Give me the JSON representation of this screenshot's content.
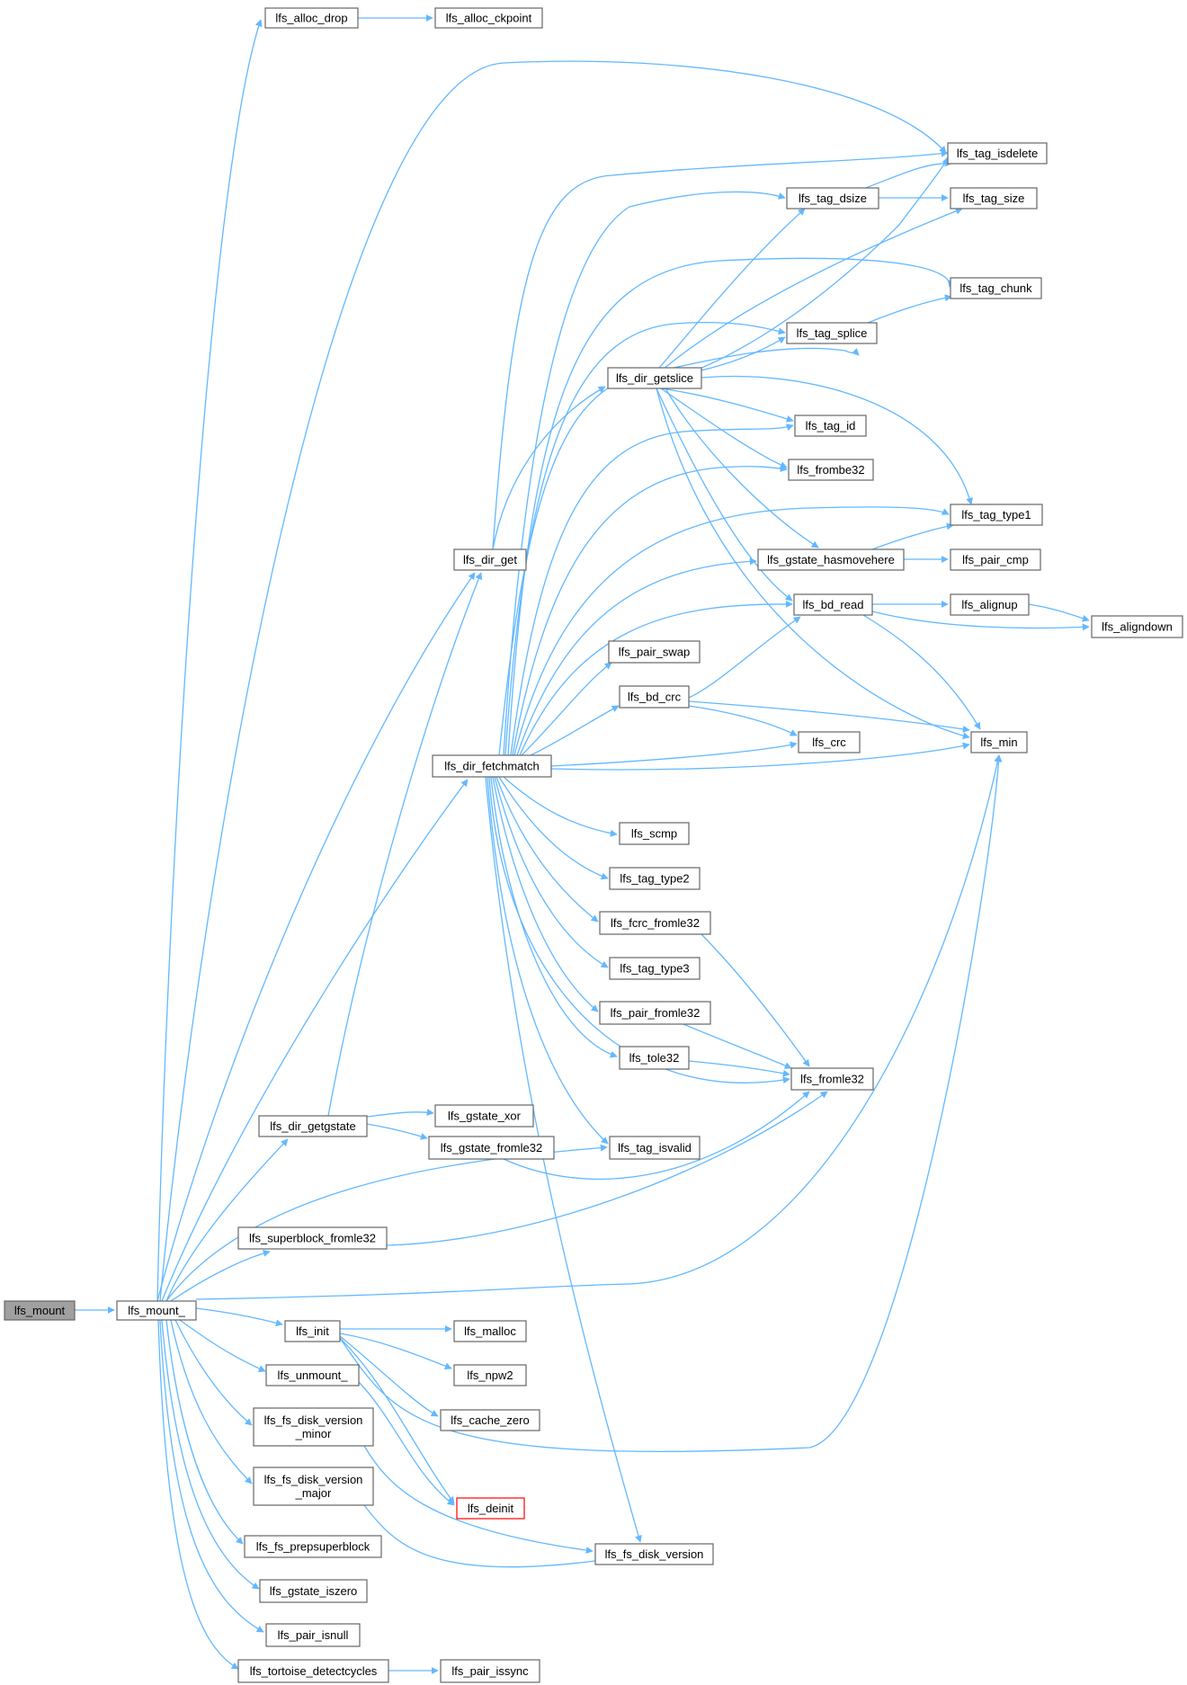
{
  "colors": {
    "edge": "#63b8ff",
    "node_border": "#666666",
    "root_fill": "#a0a0a0",
    "truncated_border": "#ff0000"
  },
  "nodes": {
    "lfs_mount": "lfs_mount",
    "lfs_mount_": "lfs_mount_",
    "lfs_alloc_drop": "lfs_alloc_drop",
    "lfs_alloc_ckpoint": "lfs_alloc_ckpoint",
    "lfs_tag_isdelete": "lfs_tag_isdelete",
    "lfs_tag_dsize": "lfs_tag_dsize",
    "lfs_tag_size": "lfs_tag_size",
    "lfs_tag_chunk": "lfs_tag_chunk",
    "lfs_tag_splice": "lfs_tag_splice",
    "lfs_dir_getslice": "lfs_dir_getslice",
    "lfs_tag_id": "lfs_tag_id",
    "lfs_frombe32": "lfs_frombe32",
    "lfs_tag_type1": "lfs_tag_type1",
    "lfs_dir_get": "lfs_dir_get",
    "lfs_gstate_hasmovehere": "lfs_gstate_hasmovehere",
    "lfs_pair_cmp": "lfs_pair_cmp",
    "lfs_bd_read": "lfs_bd_read",
    "lfs_alignup": "lfs_alignup",
    "lfs_aligndown": "lfs_aligndown",
    "lfs_pair_swap": "lfs_pair_swap",
    "lfs_bd_crc": "lfs_bd_crc",
    "lfs_min": "lfs_min",
    "lfs_crc": "lfs_crc",
    "lfs_dir_fetchmatch": "lfs_dir_fetchmatch",
    "lfs_scmp": "lfs_scmp",
    "lfs_tag_type2": "lfs_tag_type2",
    "lfs_fcrc_fromle32": "lfs_fcrc_fromle32",
    "lfs_tag_type3": "lfs_tag_type3",
    "lfs_pair_fromle32": "lfs_pair_fromle32",
    "lfs_tole32": "lfs_tole32",
    "lfs_fromle32": "lfs_fromle32",
    "lfs_dir_getgstate": "lfs_dir_getgstate",
    "lfs_gstate_xor": "lfs_gstate_xor",
    "lfs_gstate_fromle32": "lfs_gstate_fromle32",
    "lfs_tag_isvalid": "lfs_tag_isvalid",
    "lfs_superblock_fromle32": "lfs_superblock_fromle32",
    "lfs_init": "lfs_init",
    "lfs_malloc": "lfs_malloc",
    "lfs_npw2": "lfs_npw2",
    "lfs_unmount_": "lfs_unmount_",
    "lfs_cache_zero": "lfs_cache_zero",
    "lfs_fs_disk_version_minor": [
      "lfs_fs_disk_version",
      "_minor"
    ],
    "lfs_deinit": "lfs_deinit",
    "lfs_fs_disk_version_major": [
      "lfs_fs_disk_version",
      "_major"
    ],
    "lfs_fs_disk_version": "lfs_fs_disk_version",
    "lfs_fs_prepsuperblock": "lfs_fs_prepsuperblock",
    "lfs_gstate_iszero": "lfs_gstate_iszero",
    "lfs_pair_isnull": "lfs_pair_isnull",
    "lfs_tortoise_detectcycles": "lfs_tortoise_detectcycles",
    "lfs_pair_issync": "lfs_pair_issync"
  }
}
